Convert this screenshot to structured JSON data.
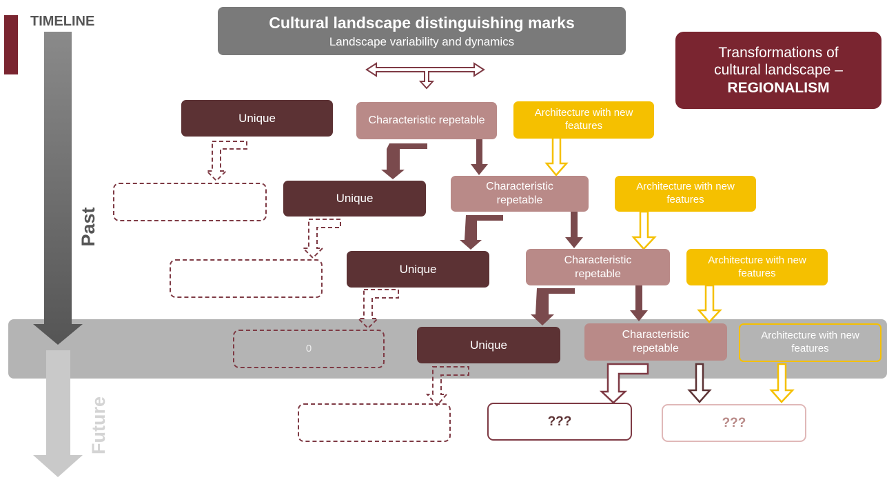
{
  "header": {
    "timeline_label": "TIMELINE",
    "title": "Cultural landscape distinguishing marks",
    "subtitle": "Landscape variability and dynamics",
    "transformations_line1": "Transformations of",
    "transformations_line2": "cultural landscape –",
    "transformations_line3": "REGIONALISM"
  },
  "axis": {
    "past": "Past",
    "future": "Future"
  },
  "rows": [
    {
      "unique": "Unique",
      "characteristic": "Characteristic repetable",
      "architecture": "Architecture with new features"
    },
    {
      "unique": "Unique",
      "characteristic": "Characteristic repetable",
      "architecture": "Architecture with new features"
    },
    {
      "unique": "Unique",
      "characteristic": "Characteristic repetable",
      "architecture": "Architecture with new features"
    },
    {
      "unique": "Unique",
      "characteristic": "Characteristic repetable",
      "architecture": "Architecture with new features",
      "zero": "0"
    }
  ],
  "future": {
    "q1": "???",
    "q2": "???"
  },
  "colors": {
    "unique": "#5c3234",
    "characteristic": "#b98a88",
    "architecture": "#f5c000",
    "accent": "#7a2530",
    "title_bg": "#7a7a7a",
    "present_band": "#b4b4b4"
  }
}
